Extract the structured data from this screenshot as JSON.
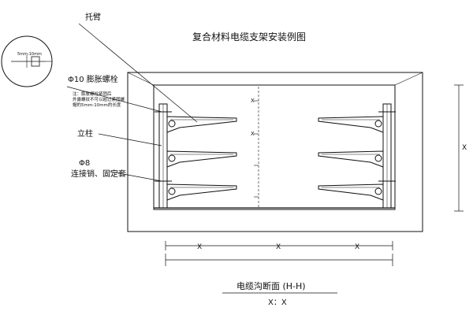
{
  "title": "复合材料电缆支架安装例图",
  "labels": {
    "tuobi": "托臂",
    "bolt_size": "Φ10 膨胀螺栓",
    "bolt_note_1": "注：膨胀螺栓紧固后",
    "bolt_note_2": "外露螺纹不可以超过紧固螺",
    "bolt_note_3": "帽的5mm-10mm的长度",
    "lizhu": "立柱",
    "pin_size": "Φ8",
    "pin_desc": "连接销、固定套",
    "detail_dim": "5mm-10mm"
  },
  "dims": {
    "x_marks": [
      "X",
      "X",
      "X"
    ],
    "right_height": "X",
    "inner_left": "X",
    "inner_right": "X"
  },
  "section": {
    "name": "电缆沟断面 (H-H)",
    "scale": "X：X"
  },
  "colors": {
    "line": "#111111",
    "background": "#ffffff"
  }
}
